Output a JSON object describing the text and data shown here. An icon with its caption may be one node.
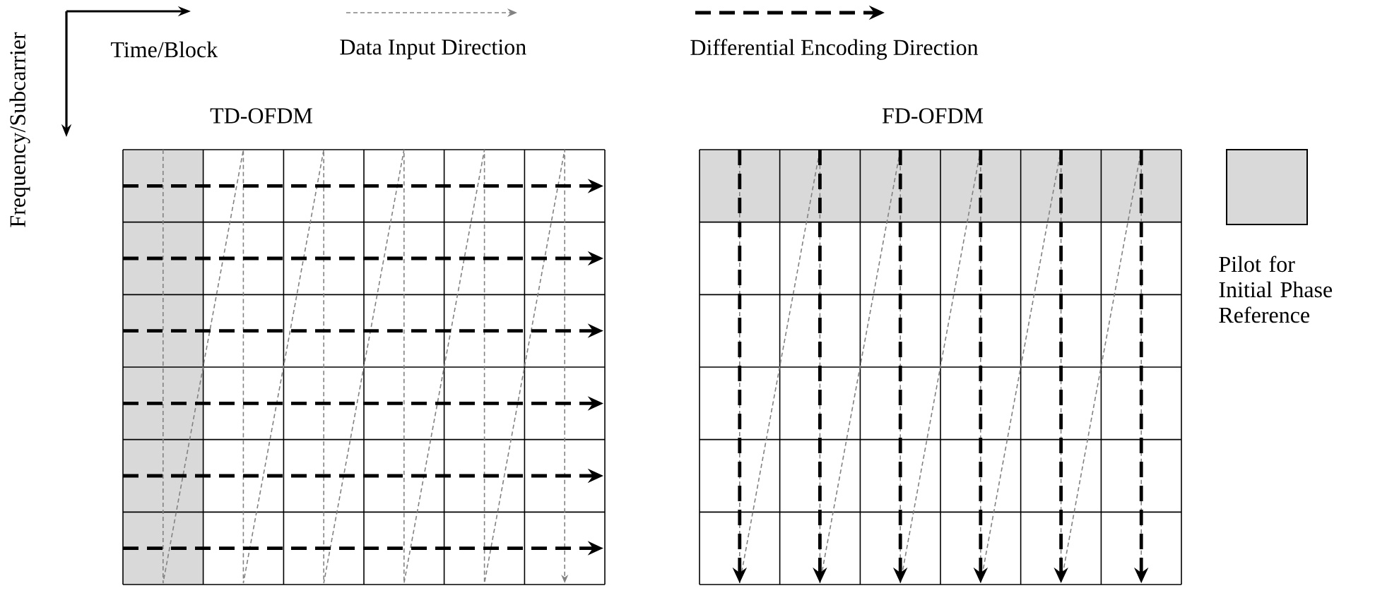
{
  "diagram": {
    "nodes": [
      {
        "text": [
          "TD-OFDM"
        ]
      },
      {
        "text": [
          "FD-OFDM"
        ]
      }
    ],
    "labels": [
      "Time/Block",
      "Frequency/Subcarrier"
    ],
    "legend": [
      {
        "text": "Data Input Direction"
      },
      {
        "text": "Differential Encoding Direction"
      },
      {
        "text": "Pilot for Initial Phase Reference",
        "color": "#d9d9d9"
      }
    ]
  }
}
